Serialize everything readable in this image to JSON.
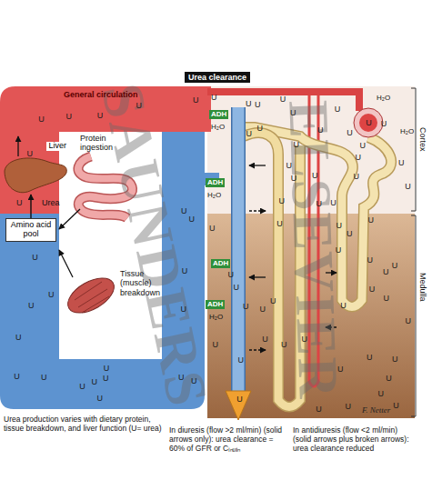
{
  "diagram": {
    "title": "Urea clearance",
    "nodes": [
      {
        "text": [
          "Liver"
        ]
      },
      {
        "text": [
          "Amino acid pool"
        ]
      }
    ],
    "edges": [
      {
        "from": 1,
        "to": 0,
        "arrow": "to"
      }
    ],
    "labels": [
      "General circulation",
      "Protein ingestion",
      "Urea",
      "Tissue (muscle) breakdown",
      "Urea production varies with dietary protein, tissue breakdown, and liver function (U= urea)",
      "Cortex",
      "Medulla",
      "ADH",
      "ADH",
      "ADH",
      "ADH",
      "H₂O",
      "H₂O",
      "H₂O",
      "H₂O",
      "H₂O",
      "In diuresis (flow >2 ml/min) (solid arrows only): urea clearance = 60% of GFR or Cᵢₙᵤₗᵢₙ",
      "In antidiuresis (flow <2 ml/min) (solid arrows plus broken arrows): urea clearance reduced",
      "SAUNDERS",
      "ELSEVIER",
      "F. Netter",
      "U",
      "U",
      "U",
      "U",
      "U",
      "U",
      "U",
      "U",
      "U",
      "U",
      "U",
      "U",
      "U",
      "U",
      "U",
      "U",
      "U",
      "U",
      "U",
      "U",
      "U",
      "U",
      "U",
      "U",
      "U",
      "U",
      "U",
      "U",
      "U",
      "U",
      "U",
      "U",
      "U",
      "U",
      "U",
      "U",
      "U",
      "U",
      "U",
      "U",
      "U",
      "U",
      "U",
      "U",
      "U",
      "U",
      "U",
      "U",
      "U",
      "U",
      "U",
      "U",
      "U",
      "U",
      "U",
      "U",
      "U",
      "U",
      "U",
      "U",
      "U",
      "U",
      "U",
      "U",
      "U",
      "U",
      "U",
      "U",
      "U",
      "U",
      "U",
      "U",
      "U",
      "U",
      "U",
      "U",
      "U",
      "U",
      "U",
      "U"
    ]
  }
}
